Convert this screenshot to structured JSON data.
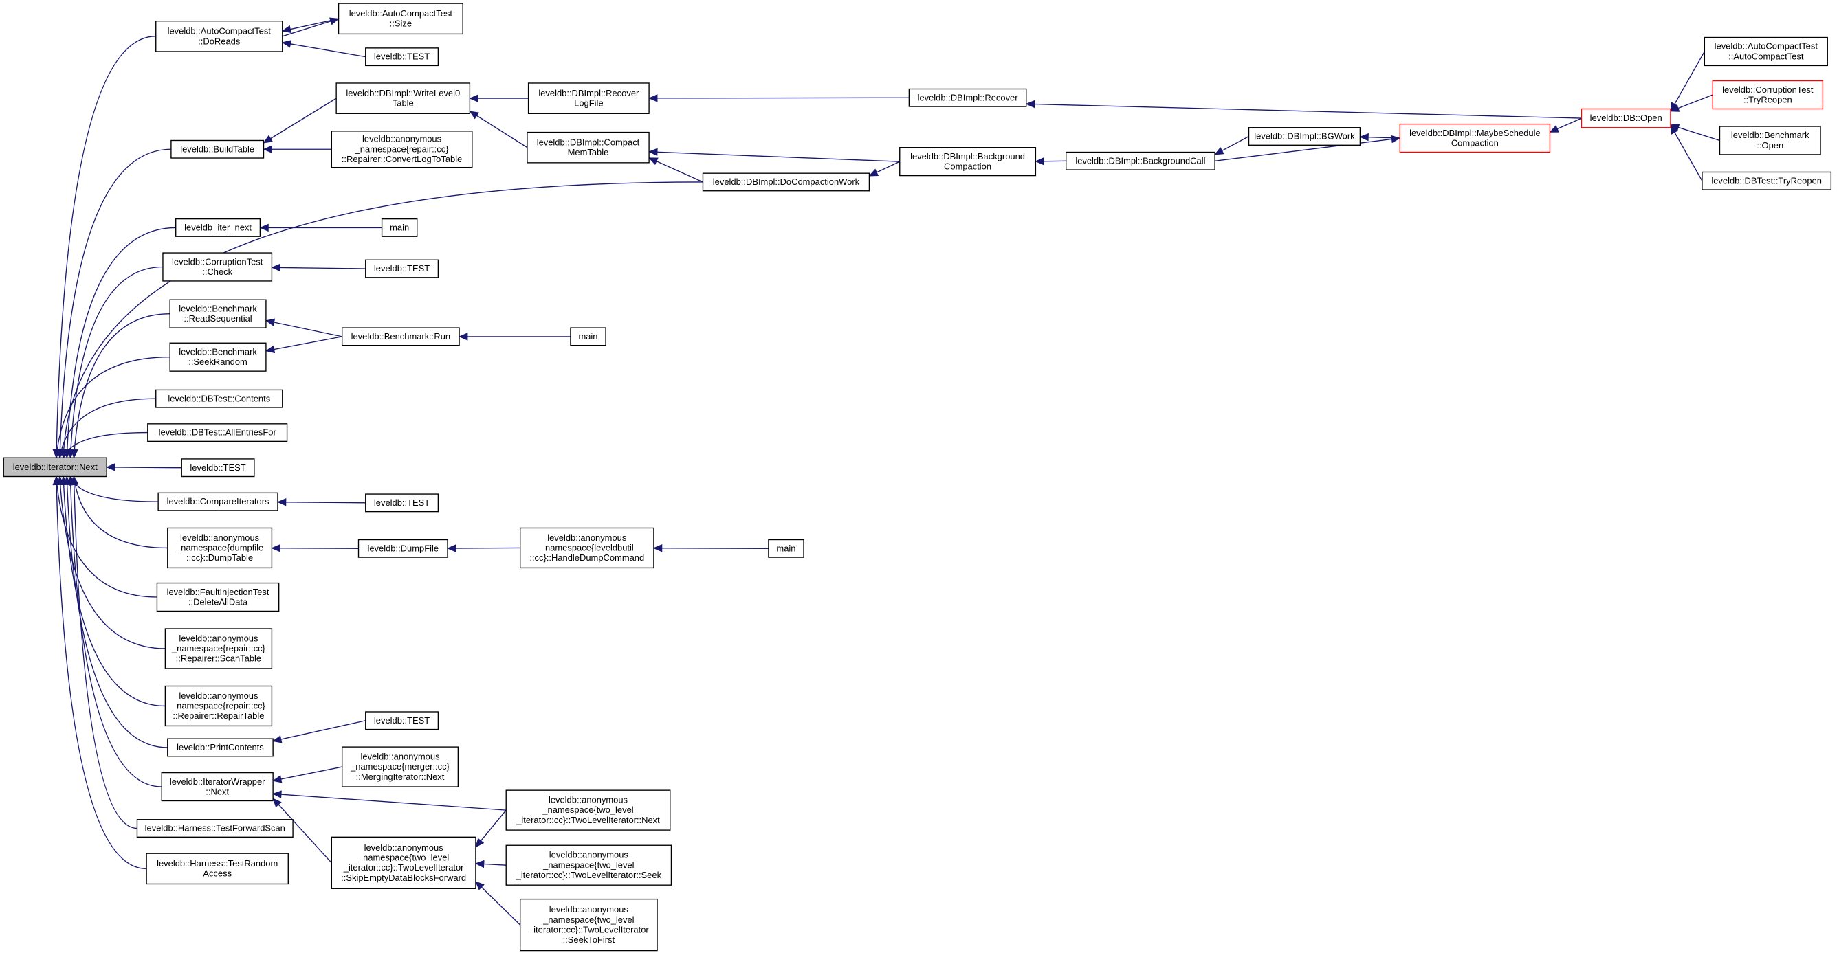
{
  "graph": {
    "type": "caller-graph",
    "colors": {
      "edge": "#191970",
      "root_fill": "#bfbfbf",
      "truncated_border": "#ff0000",
      "border": "#000000"
    },
    "nodes": [
      {
        "id": "next",
        "lines": [
          "leveldb::Iterator::Next"
        ]
      },
      {
        "id": "doreads",
        "lines": [
          "leveldb::AutoCompactTest",
          "::DoReads"
        ]
      },
      {
        "id": "size",
        "lines": [
          "leveldb::AutoCompactTest",
          "::Size"
        ]
      },
      {
        "id": "test1",
        "lines": [
          "leveldb::TEST"
        ]
      },
      {
        "id": "writel0",
        "lines": [
          "leveldb::DBImpl::WriteLevel0",
          "Table"
        ]
      },
      {
        "id": "recoverlog",
        "lines": [
          "leveldb::DBImpl::Recover",
          "LogFile"
        ]
      },
      {
        "id": "recover",
        "lines": [
          "leveldb::DBImpl::Recover"
        ]
      },
      {
        "id": "dbopen",
        "lines": [
          "leveldb::DB::Open"
        ]
      },
      {
        "id": "act",
        "lines": [
          "leveldb::AutoCompactTest",
          "::AutoCompactTest"
        ]
      },
      {
        "id": "ctreopen",
        "lines": [
          "leveldb::CorruptionTest",
          "::TryReopen"
        ]
      },
      {
        "id": "benchopen",
        "lines": [
          "leveldb::Benchmark",
          "::Open"
        ]
      },
      {
        "id": "dbtreopen",
        "lines": [
          "leveldb::DBTest::TryReopen"
        ]
      },
      {
        "id": "buildtable",
        "lines": [
          "leveldb::BuildTable"
        ]
      },
      {
        "id": "convlog",
        "lines": [
          "leveldb::anonymous",
          "_namespace{repair::cc}",
          "::Repairer::ConvertLogToTable"
        ]
      },
      {
        "id": "compactmem",
        "lines": [
          "leveldb::DBImpl::Compact",
          "MemTable"
        ]
      },
      {
        "id": "bgcompaction",
        "lines": [
          "leveldb::DBImpl::Background",
          "Compaction"
        ]
      },
      {
        "id": "bgcall",
        "lines": [
          "leveldb::DBImpl::BackgroundCall"
        ]
      },
      {
        "id": "bgwork",
        "lines": [
          "leveldb::DBImpl::BGWork"
        ]
      },
      {
        "id": "maybesched",
        "lines": [
          "leveldb::DBImpl::MaybeSchedule",
          "Compaction"
        ]
      },
      {
        "id": "docompaction",
        "lines": [
          "leveldb::DBImpl::DoCompactionWork"
        ]
      },
      {
        "id": "iternext",
        "lines": [
          "leveldb_iter_next"
        ]
      },
      {
        "id": "main1",
        "lines": [
          "main"
        ]
      },
      {
        "id": "ctcheck",
        "lines": [
          "leveldb::CorruptionTest",
          "::Check"
        ]
      },
      {
        "id": "test2",
        "lines": [
          "leveldb::TEST"
        ]
      },
      {
        "id": "readseq",
        "lines": [
          "leveldb::Benchmark",
          "::ReadSequential"
        ]
      },
      {
        "id": "seekrandom",
        "lines": [
          "leveldb::Benchmark",
          "::SeekRandom"
        ]
      },
      {
        "id": "benchrun",
        "lines": [
          "leveldb::Benchmark::Run"
        ]
      },
      {
        "id": "main2",
        "lines": [
          "main"
        ]
      },
      {
        "id": "contents",
        "lines": [
          "leveldb::DBTest::Contents"
        ]
      },
      {
        "id": "allentries",
        "lines": [
          "leveldb::DBTest::AllEntriesFor"
        ]
      },
      {
        "id": "test3",
        "lines": [
          "leveldb::TEST"
        ]
      },
      {
        "id": "compareit",
        "lines": [
          "leveldb::CompareIterators"
        ]
      },
      {
        "id": "test5",
        "lines": [
          "leveldb::TEST"
        ]
      },
      {
        "id": "dumptable",
        "lines": [
          "leveldb::anonymous",
          "_namespace{dumpfile",
          "::cc}::DumpTable"
        ]
      },
      {
        "id": "dumpfile",
        "lines": [
          "leveldb::DumpFile"
        ]
      },
      {
        "id": "handledump",
        "lines": [
          "leveldb::anonymous",
          "_namespace{leveldbutil",
          "::cc}::HandleDumpCommand"
        ]
      },
      {
        "id": "main3",
        "lines": [
          "main"
        ]
      },
      {
        "id": "deleteall",
        "lines": [
          "leveldb::FaultInjectionTest",
          "::DeleteAllData"
        ]
      },
      {
        "id": "scantable",
        "lines": [
          "leveldb::anonymous",
          "_namespace{repair::cc}",
          "::Repairer::ScanTable"
        ]
      },
      {
        "id": "repairtable",
        "lines": [
          "leveldb::anonymous",
          "_namespace{repair::cc}",
          "::Repairer::RepairTable"
        ]
      },
      {
        "id": "printcontents",
        "lines": [
          "leveldb::PrintContents"
        ]
      },
      {
        "id": "test4",
        "lines": [
          "leveldb::TEST"
        ]
      },
      {
        "id": "itwrapper",
        "lines": [
          "leveldb::IteratorWrapper",
          "::Next"
        ]
      },
      {
        "id": "merging",
        "lines": [
          "leveldb::anonymous",
          "_namespace{merger::cc}",
          "::MergingIterator::Next"
        ]
      },
      {
        "id": "tlnext",
        "lines": [
          "leveldb::anonymous",
          "_namespace{two_level",
          "_iterator::cc}::TwoLevelIterator::Next"
        ]
      },
      {
        "id": "skipempty",
        "lines": [
          "leveldb::anonymous",
          "_namespace{two_level",
          "_iterator::cc}::TwoLevelIterator",
          "::SkipEmptyDataBlocksForward"
        ]
      },
      {
        "id": "tlseek",
        "lines": [
          "leveldb::anonymous",
          "_namespace{two_level",
          "_iterator::cc}::TwoLevelIterator::Seek"
        ]
      },
      {
        "id": "tlseekfirst",
        "lines": [
          "leveldb::anonymous",
          "_namespace{two_level",
          "_iterator::cc}::TwoLevelIterator",
          "::SeekToFirst"
        ]
      },
      {
        "id": "fwdscan",
        "lines": [
          "leveldb::Harness::TestForwardScan"
        ]
      },
      {
        "id": "randaccess",
        "lines": [
          "leveldb::Harness::TestRandom",
          "Access"
        ]
      }
    ],
    "edges": [
      [
        "next",
        "doreads"
      ],
      [
        "next",
        "buildtable"
      ],
      [
        "next",
        "docompaction"
      ],
      [
        "next",
        "iternext"
      ],
      [
        "next",
        "ctcheck"
      ],
      [
        "next",
        "readseq"
      ],
      [
        "next",
        "seekrandom"
      ],
      [
        "next",
        "contents"
      ],
      [
        "next",
        "allentries"
      ],
      [
        "next",
        "test3"
      ],
      [
        "next",
        "compareit"
      ],
      [
        "next",
        "dumptable"
      ],
      [
        "next",
        "deleteall"
      ],
      [
        "next",
        "scantable"
      ],
      [
        "next",
        "repairtable"
      ],
      [
        "next",
        "printcontents"
      ],
      [
        "next",
        "itwrapper"
      ],
      [
        "next",
        "fwdscan"
      ],
      [
        "next",
        "randaccess"
      ],
      [
        "doreads",
        "size"
      ],
      [
        "size",
        "doreads"
      ],
      [
        "doreads",
        "test1"
      ],
      [
        "buildtable",
        "writel0"
      ],
      [
        "buildtable",
        "convlog"
      ],
      [
        "writel0",
        "recoverlog"
      ],
      [
        "writel0",
        "compactmem"
      ],
      [
        "recoverlog",
        "recover"
      ],
      [
        "recover",
        "dbopen"
      ],
      [
        "compactmem",
        "bgcompaction"
      ],
      [
        "compactmem",
        "docompaction"
      ],
      [
        "docompaction",
        "bgcompaction"
      ],
      [
        "bgcompaction",
        "bgcall"
      ],
      [
        "bgcall",
        "bgwork"
      ],
      [
        "bgwork",
        "maybesched"
      ],
      [
        "maybesched",
        "bgcall"
      ],
      [
        "maybesched",
        "dbopen"
      ],
      [
        "dbopen",
        "act"
      ],
      [
        "dbopen",
        "ctreopen"
      ],
      [
        "dbopen",
        "benchopen"
      ],
      [
        "dbopen",
        "dbtreopen"
      ],
      [
        "iternext",
        "main1"
      ],
      [
        "ctcheck",
        "test2"
      ],
      [
        "readseq",
        "benchrun"
      ],
      [
        "seekrandom",
        "benchrun"
      ],
      [
        "benchrun",
        "main2"
      ],
      [
        "compareit",
        "test5"
      ],
      [
        "dumptable",
        "dumpfile"
      ],
      [
        "dumpfile",
        "handledump"
      ],
      [
        "handledump",
        "main3"
      ],
      [
        "printcontents",
        "test4"
      ],
      [
        "itwrapper",
        "merging"
      ],
      [
        "itwrapper",
        "tlnext"
      ],
      [
        "itwrapper",
        "skipempty"
      ],
      [
        "skipempty",
        "tlnext"
      ],
      [
        "skipempty",
        "tlseek"
      ],
      [
        "skipempty",
        "tlseekfirst"
      ]
    ],
    "truncated": [
      "dbopen",
      "ctreopen",
      "maybesched"
    ],
    "root": "next"
  }
}
